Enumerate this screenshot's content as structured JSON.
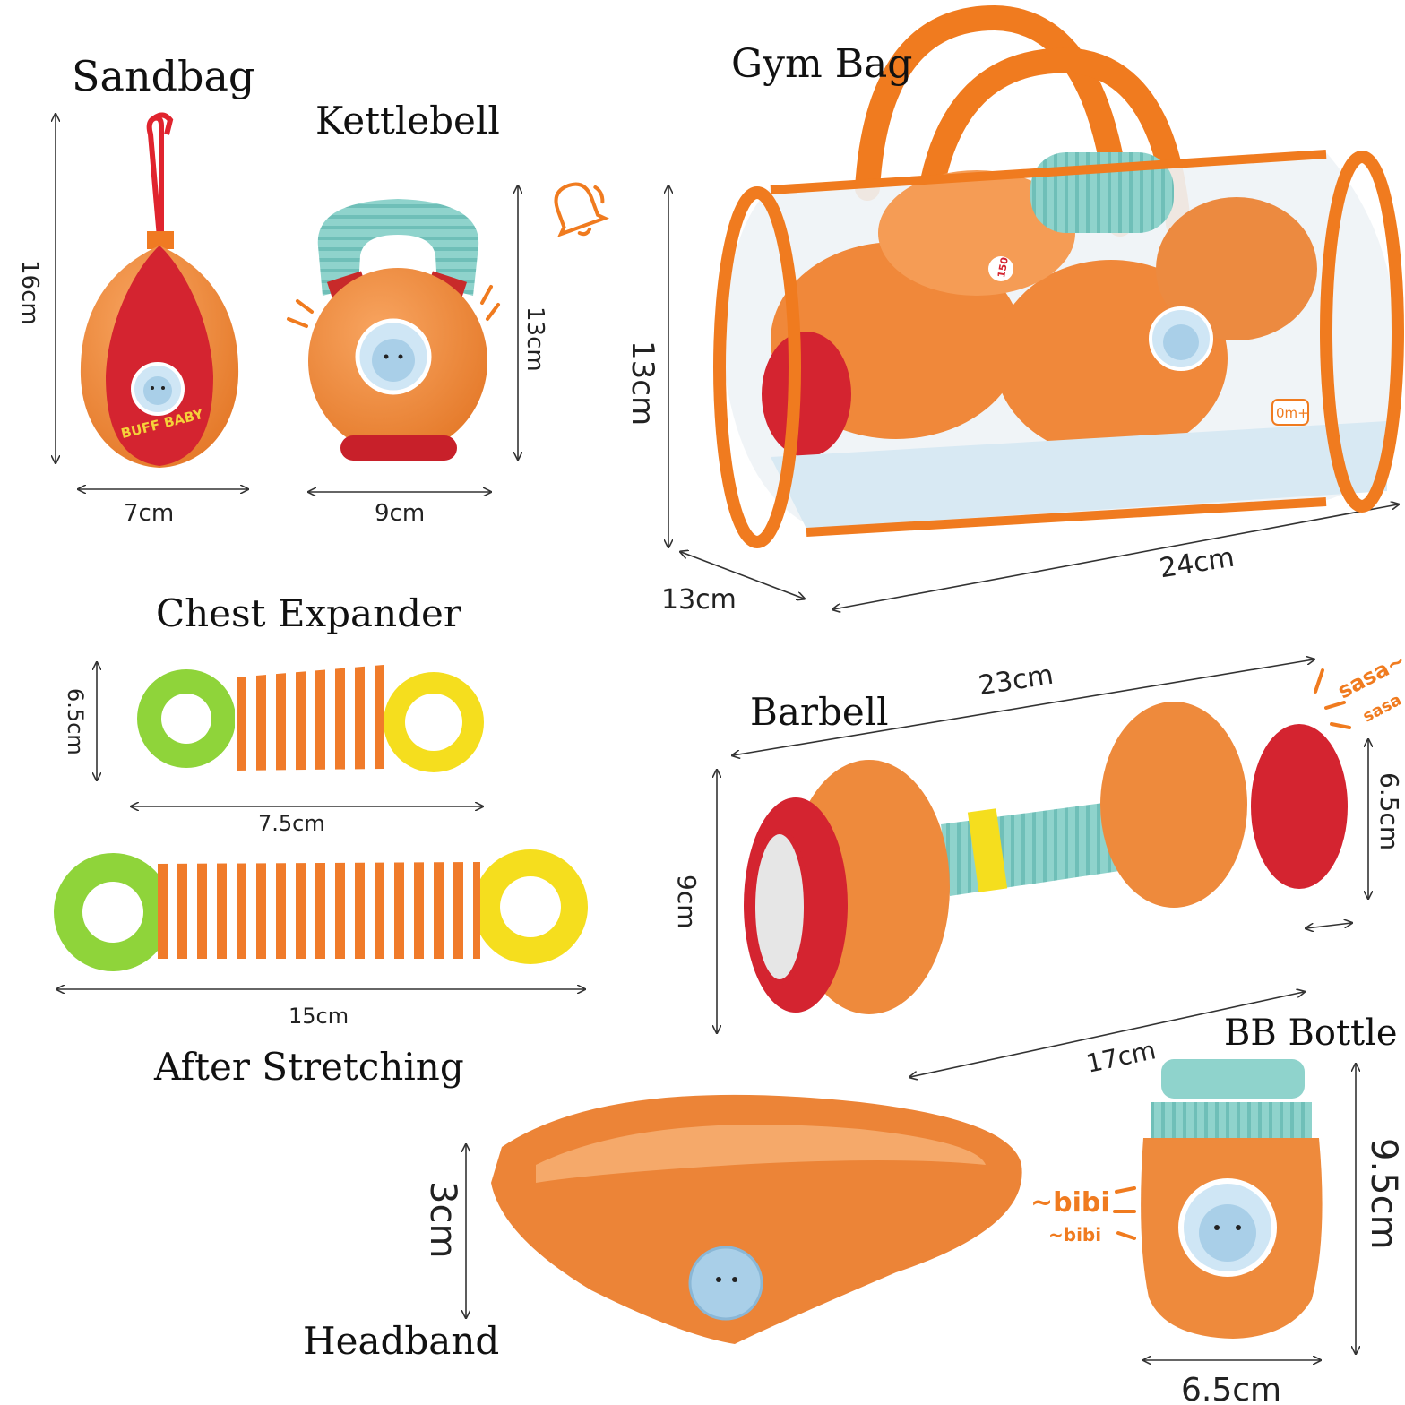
{
  "titles": {
    "sandbag": "Sandbag",
    "kettlebell": "Kettlebell",
    "gym_bag": "Gym Bag",
    "chest_expander": "Chest Expander",
    "after_stretching": "After Stretching",
    "barbell": "Barbell",
    "bb_bottle": "BB Bottle",
    "headband": "Headband"
  },
  "dimensions": {
    "sandbag_height": "16cm",
    "sandbag_width": "7cm",
    "kettlebell_height": "13cm",
    "kettlebell_width": "9cm",
    "gym_bag_height": "13cm",
    "gym_bag_depth": "13cm",
    "gym_bag_length": "24cm",
    "chest_expander_height": "6.5cm",
    "chest_expander_length": "7.5cm",
    "stretched_length": "15cm",
    "barbell_length": "23cm",
    "barbell_height": "9cm",
    "barbell_plate": "6.5cm",
    "barbell_bar": "17cm",
    "headband_height": "3cm",
    "bottle_height": "9.5cm",
    "bottle_width": "6.5cm"
  },
  "product_text": {
    "sandbag_print": "BUFF BABY",
    "bag_tag": "0m+",
    "bag_badge": "150"
  },
  "sounds": {
    "barbell_1": "sasa~",
    "barbell_2": "sasa",
    "bottle_1": "~bibi",
    "bottle_2": "~bibi"
  },
  "colors": {
    "orange": "#f0883a",
    "red": "#d42430",
    "teal": "#8fd3cc",
    "lime": "#8fd43a",
    "yellow": "#f5de1e",
    "bear": "#a9cfe8",
    "accent": "#f07b1f"
  }
}
